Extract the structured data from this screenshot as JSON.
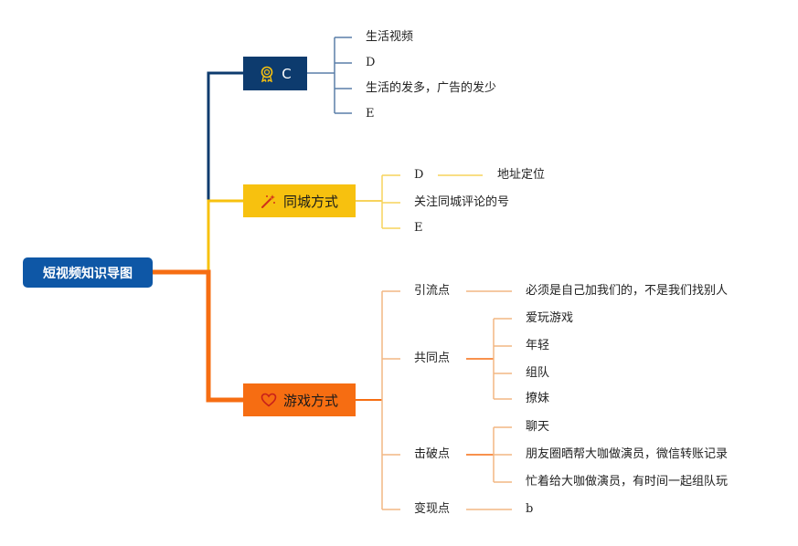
{
  "root": {
    "label": "短视频知识导图"
  },
  "branches": {
    "c": {
      "label": "C",
      "icon": "award-ribbon-icon",
      "color": "#0d3b6e",
      "items": [
        "生活视频",
        "D",
        "生活的发多，广告的发少",
        "E"
      ]
    },
    "city": {
      "label": "同城方式",
      "icon": "magic-wand-icon",
      "color": "#f7c10f",
      "items": [
        {
          "label": "D",
          "child": "地址定位"
        },
        {
          "label": "关注同城评论的号"
        },
        {
          "label": "E"
        }
      ]
    },
    "game": {
      "label": "游戏方式",
      "icon": "heart-icon",
      "color": "#f66d12",
      "items": [
        {
          "label": "引流点",
          "children": [
            "必须是自己加我们的，不是我们找别人"
          ]
        },
        {
          "label": "共同点",
          "children": [
            "爱玩游戏",
            "年轻",
            "组队",
            "撩妹"
          ]
        },
        {
          "label": "击破点",
          "children": [
            "聊天",
            "朋友圈晒帮大咖做演员，微信转账记录",
            "忙着给大咖做演员，有时间一起组队玩"
          ]
        },
        {
          "label": "变现点",
          "children": [
            "b"
          ]
        }
      ]
    }
  }
}
